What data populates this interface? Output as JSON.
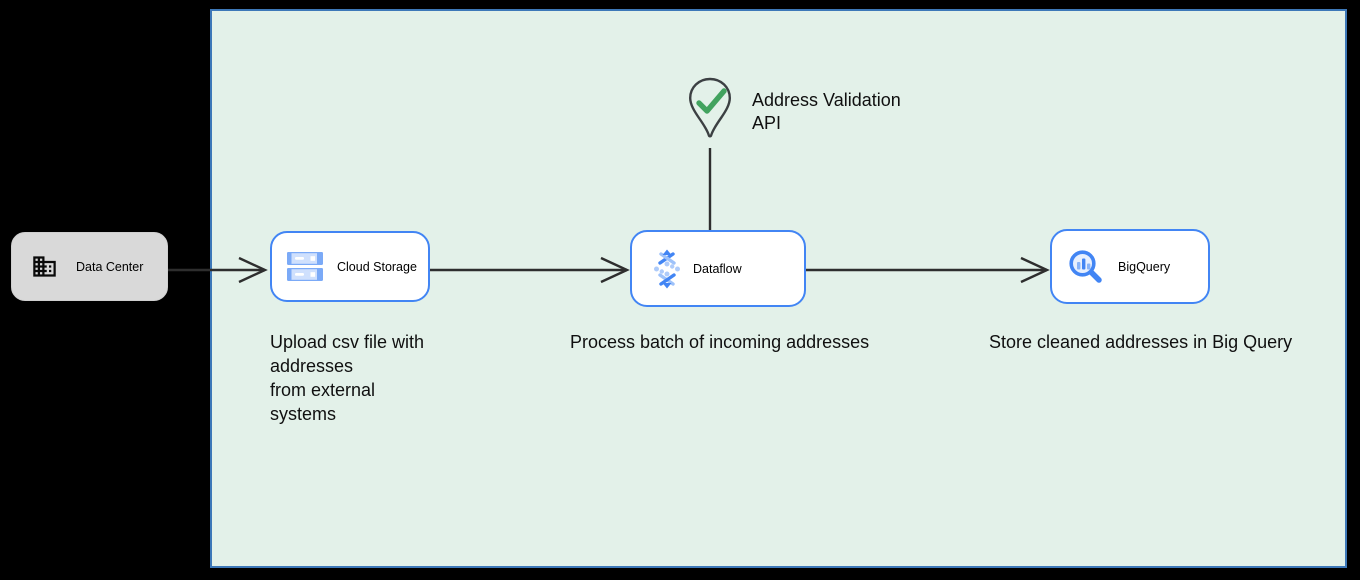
{
  "colors": {
    "background": "#000000",
    "canvas_fill": "#e3f1e9",
    "canvas_border": "#3d78b8",
    "node_border": "#4285f4",
    "node_fill": "#ffffff",
    "data_center_fill": "#d9d9d9",
    "arrow": "#2e2e2e",
    "check_green": "#42a35f",
    "pin_outline": "#3c4043",
    "icon_blue_dark": "#4285f4",
    "icon_blue_light": "#aecbfa",
    "text": "#111111"
  },
  "nodes": {
    "data_center": {
      "label": "Data Center",
      "icon": "building-icon"
    },
    "cloud_storage": {
      "label": "Cloud Storage",
      "icon": "cloud-storage-icon"
    },
    "dataflow": {
      "label": "Dataflow",
      "icon": "dataflow-icon"
    },
    "bigquery": {
      "label": "BigQuery",
      "icon": "bigquery-icon"
    }
  },
  "annotations": {
    "api_label": "Address Validation\nAPI",
    "api_icon": "location-pin-check-icon",
    "caption_upload": "Upload csv file with\naddresses\nfrom external\nsystems",
    "caption_process": "Process batch of incoming addresses",
    "caption_store": "Store cleaned addresses in Big Query"
  },
  "edges": [
    {
      "from": "data_center",
      "to": "cloud_storage",
      "type": "arrow"
    },
    {
      "from": "cloud_storage",
      "to": "dataflow",
      "type": "arrow"
    },
    {
      "from": "dataflow",
      "to": "bigquery",
      "type": "arrow"
    },
    {
      "from": "address_validation_api",
      "to": "dataflow",
      "type": "line"
    }
  ]
}
